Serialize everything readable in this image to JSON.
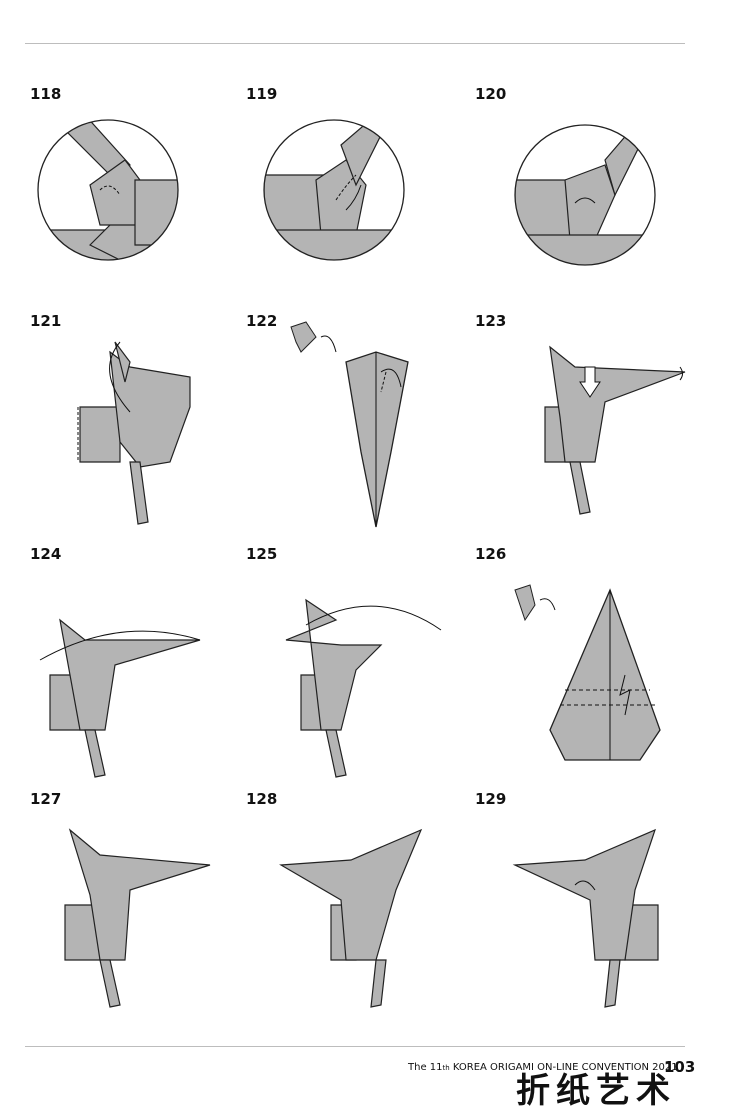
{
  "steps": [
    {
      "number": "118"
    },
    {
      "number": "119"
    },
    {
      "number": "120"
    },
    {
      "number": "121"
    },
    {
      "number": "122"
    },
    {
      "number": "123"
    },
    {
      "number": "124"
    },
    {
      "number": "125"
    },
    {
      "number": "126"
    },
    {
      "number": "127"
    },
    {
      "number": "128"
    },
    {
      "number": "129"
    }
  ],
  "footer": {
    "prefix": "The 11",
    "ordinal": "th",
    "text": " KOREA ORIGAMI ON-LINE CONVENTION 2021",
    "page_number": "103",
    "watermark": "折纸艺术"
  },
  "colors": {
    "paper_fill": "#b4b4b4",
    "outline": "#222222",
    "rule": "#bdbdbd"
  }
}
